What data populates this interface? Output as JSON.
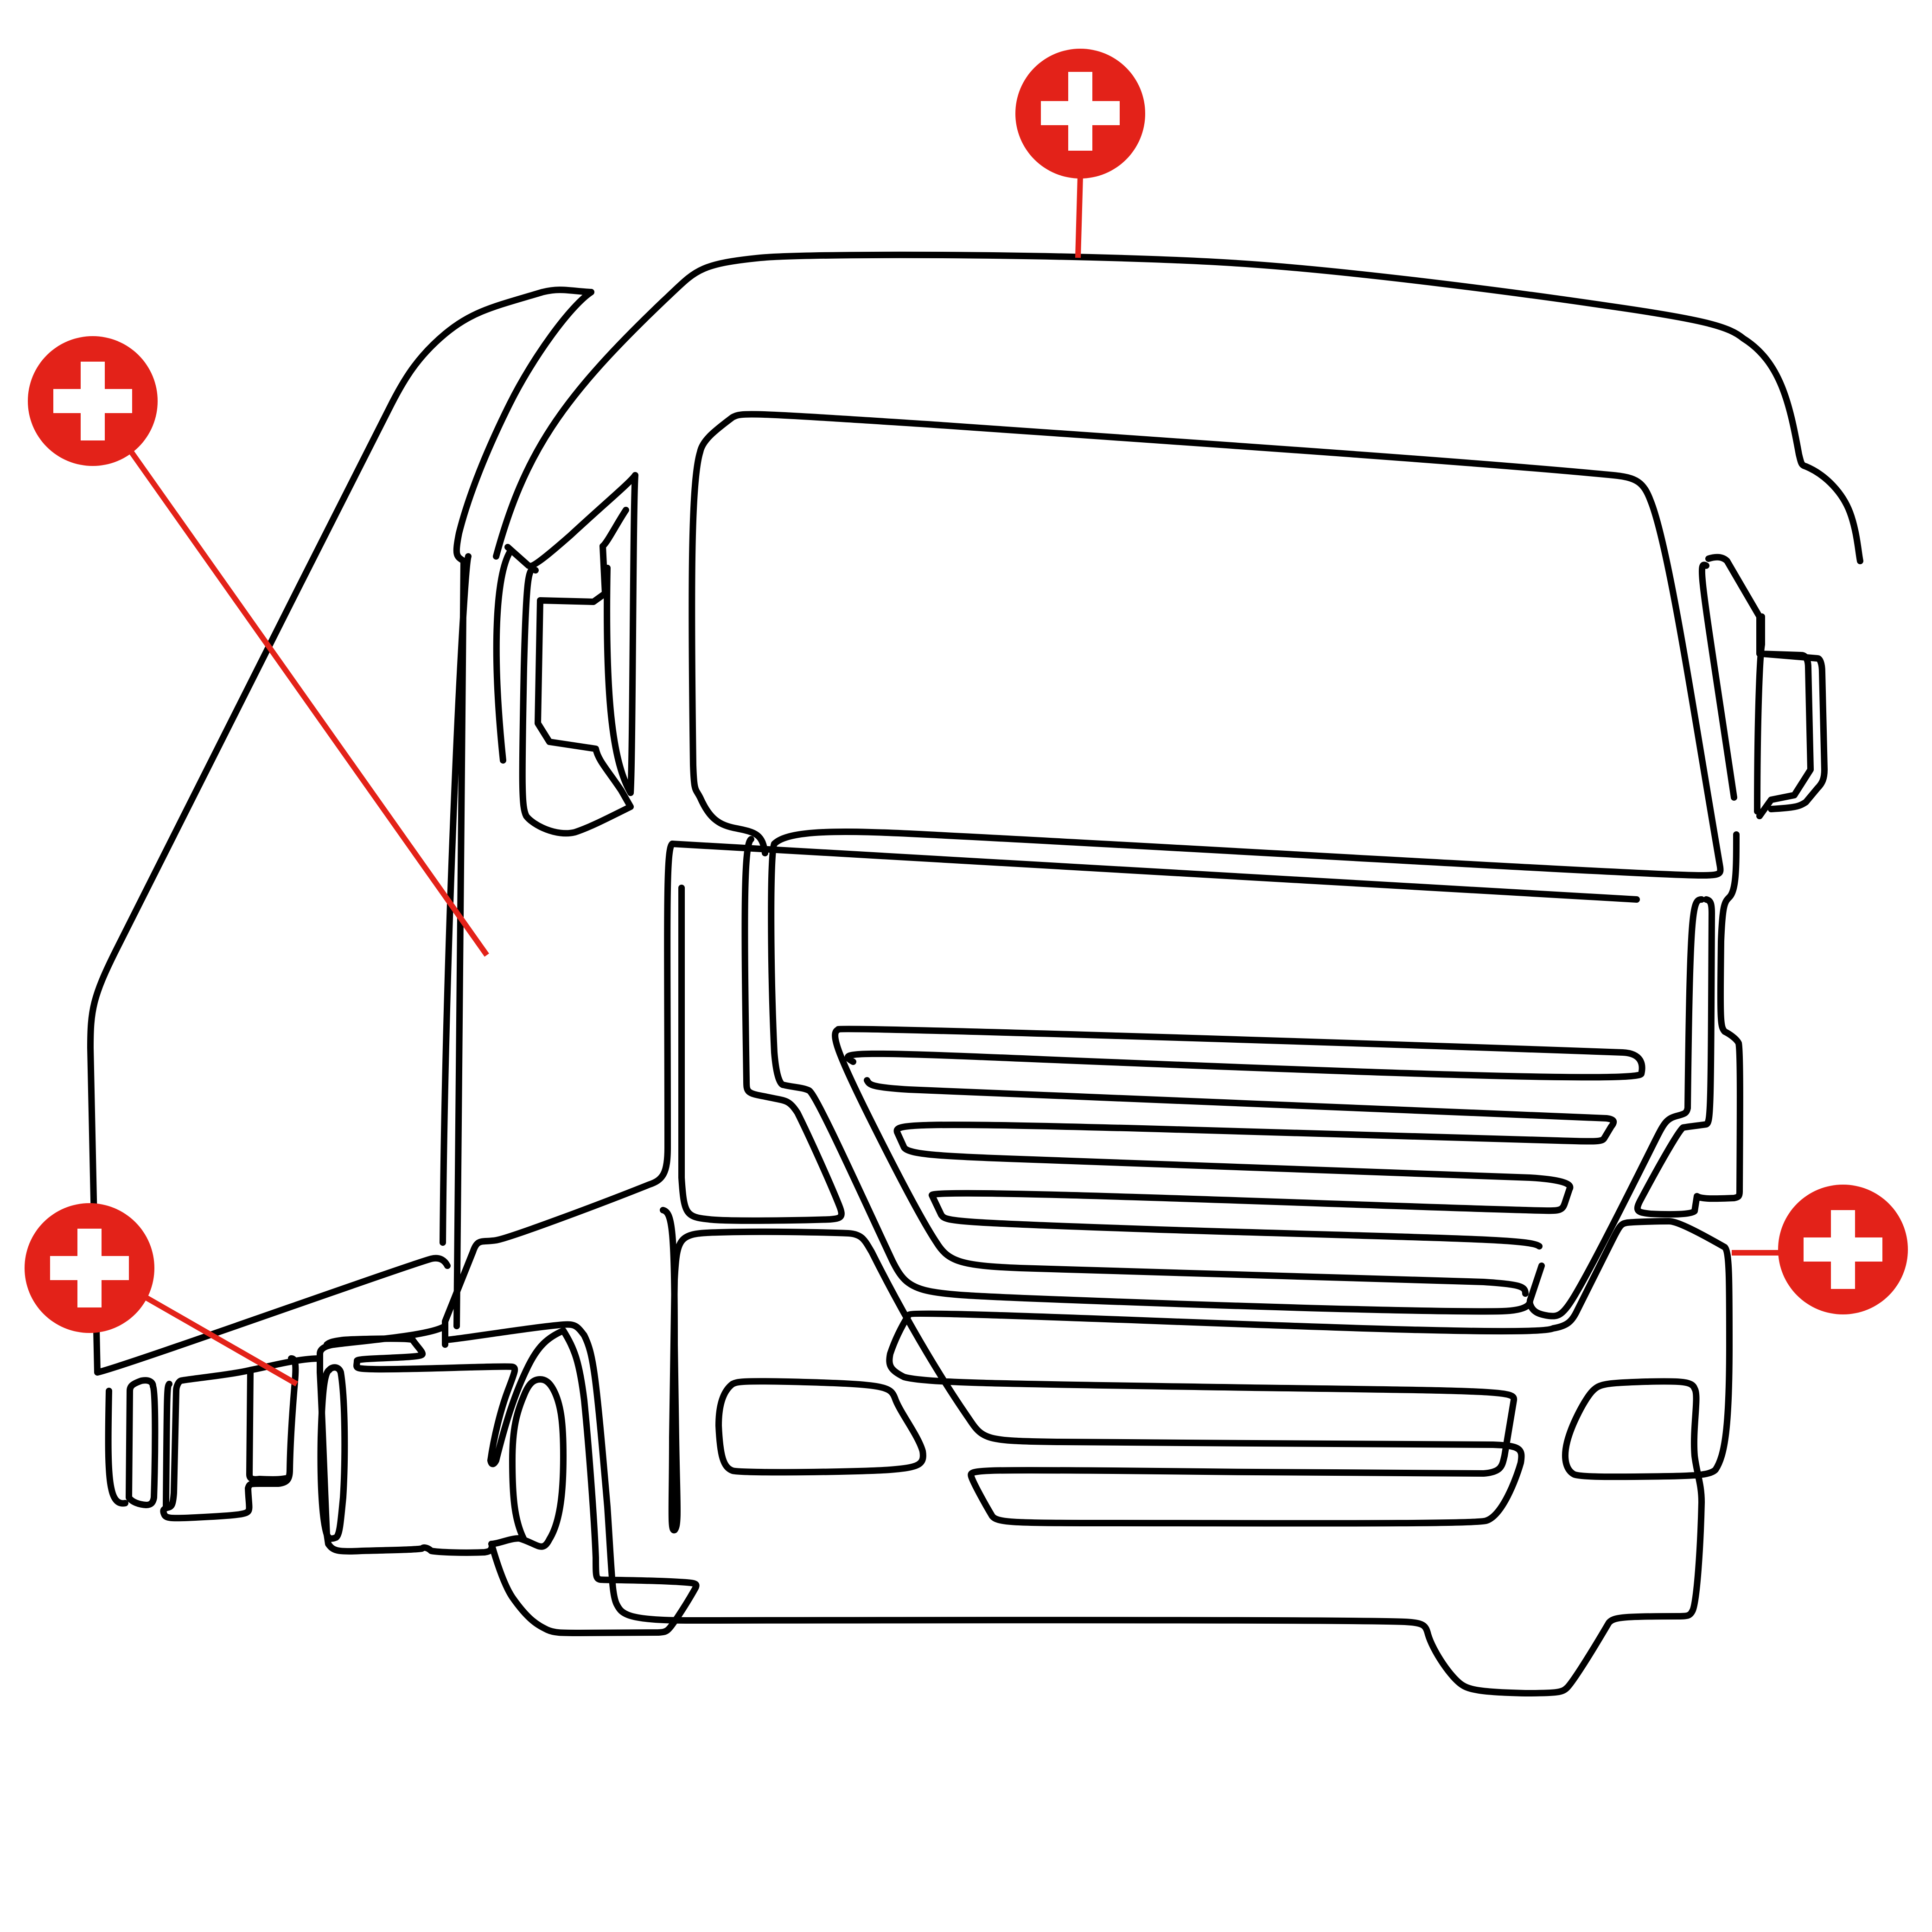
{
  "diagram": {
    "subject": "truck-front-three-quarter",
    "colors": {
      "outline": "#000000",
      "marker": "#e32219",
      "leader": "#e32219",
      "marker_symbol": "#ffffff",
      "background": "#ffffff"
    },
    "markers": [
      {
        "id": "roof",
        "icon": "plus-icon"
      },
      {
        "id": "mirror",
        "icon": "plus-icon"
      },
      {
        "id": "front-corner",
        "icon": "plus-icon"
      },
      {
        "id": "side-bumper",
        "icon": "plus-icon"
      }
    ]
  }
}
